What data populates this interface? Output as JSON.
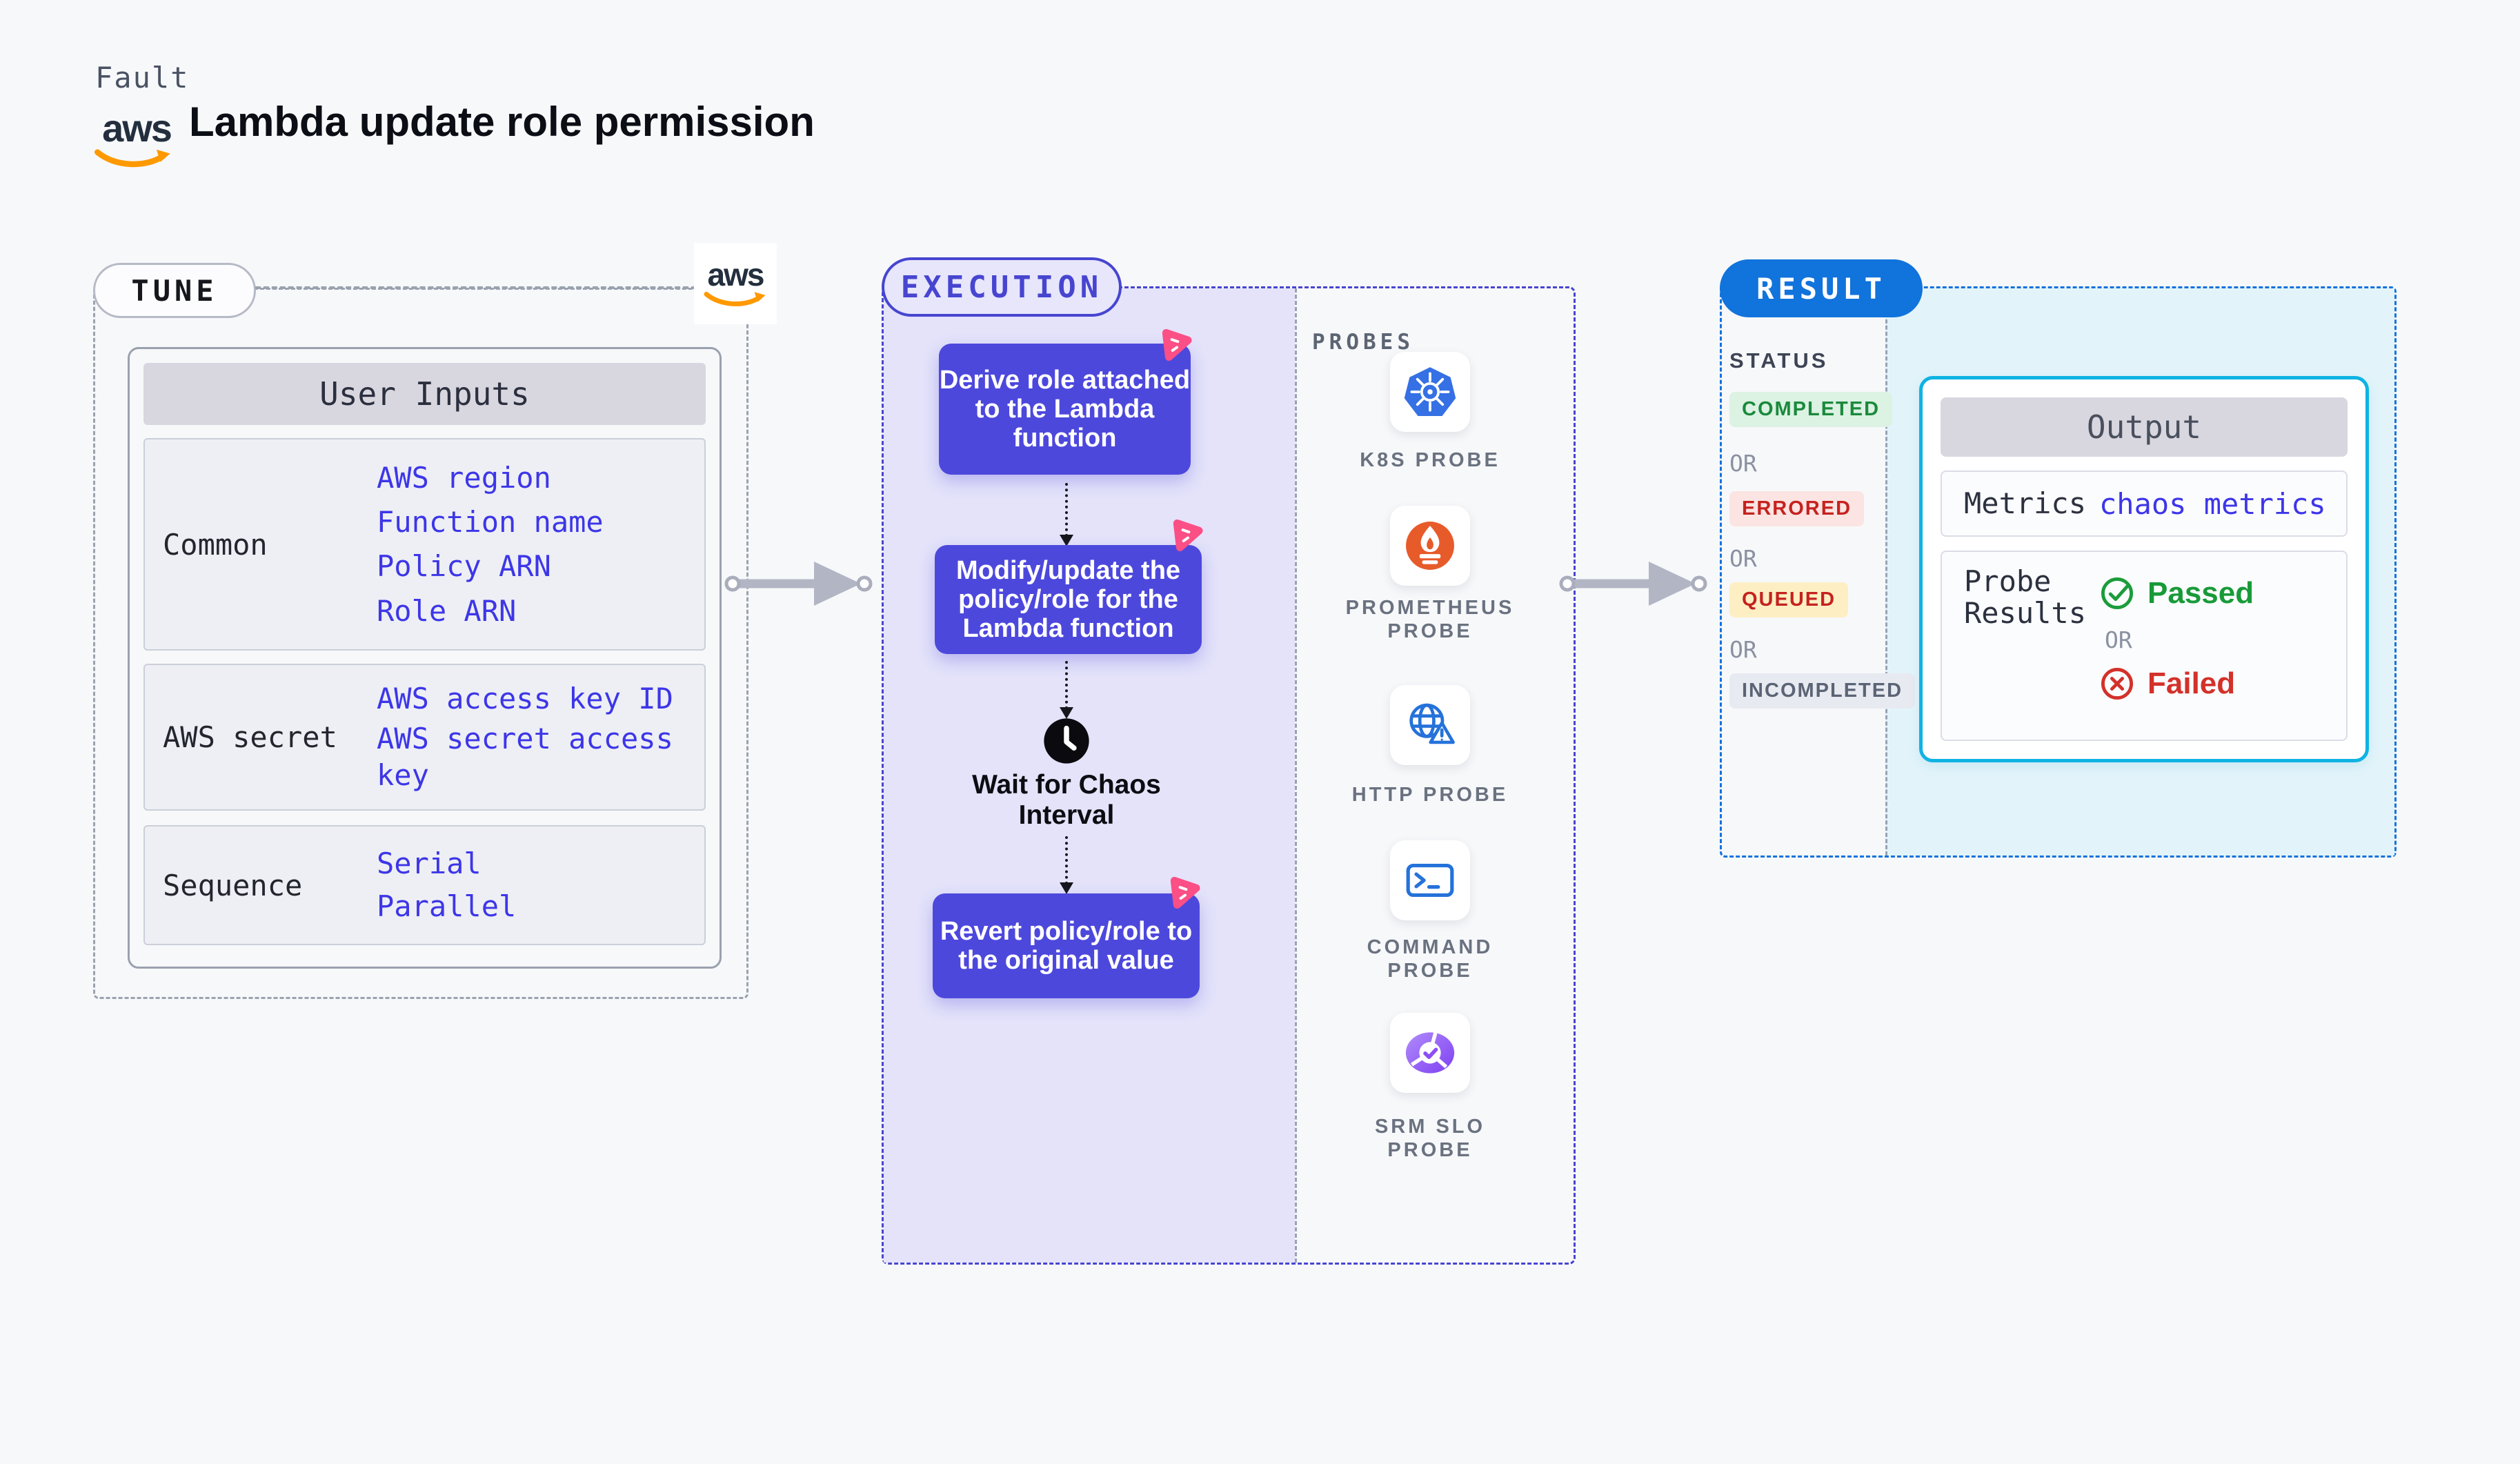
{
  "header": {
    "fault_label": "Fault",
    "title": "Lambda update role permission",
    "aws_logo_text": "aws"
  },
  "tune": {
    "badge": "TUNE",
    "table": {
      "header": "User Inputs",
      "rows": [
        {
          "label": "Common",
          "values": [
            "AWS region",
            "Function name",
            "Policy ARN",
            "Role ARN"
          ]
        },
        {
          "label": "AWS secret",
          "values": [
            "AWS access key ID",
            "AWS secret access\nkey"
          ]
        },
        {
          "label": "Sequence",
          "values": [
            "Serial",
            "Parallel"
          ]
        }
      ]
    }
  },
  "execution": {
    "badge": "EXECUTION",
    "steps": {
      "step1": "Derive role attached\nto the Lambda\nfunction",
      "step2": "Modify/update the\npolicy/role for the\nLambda function",
      "wait": "Wait for Chaos\nInterval",
      "step3": "Revert policy/role to\nthe original value"
    }
  },
  "probes": {
    "title": "PROBES",
    "items": [
      {
        "label": "K8S PROBE",
        "icon": "kubernetes-icon"
      },
      {
        "label": "PROMETHEUS\nPROBE",
        "icon": "prometheus-icon"
      },
      {
        "label": "HTTP PROBE",
        "icon": "http-globe-warning-icon"
      },
      {
        "label": "COMMAND\nPROBE",
        "icon": "terminal-icon"
      },
      {
        "label": "SRM SLO\nPROBE",
        "icon": "slo-gauge-check-icon"
      }
    ]
  },
  "result": {
    "badge": "RESULT",
    "status_title": "STATUS",
    "statuses": [
      {
        "label": "COMPLETED",
        "type": "completed"
      },
      {
        "label": "OR"
      },
      {
        "label": "ERRORED",
        "type": "errored"
      },
      {
        "label": "OR"
      },
      {
        "label": "QUEUED",
        "type": "queued"
      },
      {
        "label": "OR"
      },
      {
        "label": "INCOMPLETED",
        "type": "incompleted"
      }
    ],
    "output": {
      "header": "Output",
      "metrics_label": "Metrics",
      "metrics_value": "chaos metrics",
      "probe_results_label": "Probe\nResults",
      "passed_label": "Passed",
      "or_label": "OR",
      "failed_label": "Failed"
    }
  },
  "colors": {
    "page_bg": "#f7f8fa",
    "lavender_bg": "#e4e3fa",
    "indigo_accent": "#4745d0",
    "exec_box": "#4d48dc",
    "result_blue": "#1173dc",
    "cyan_bg": "#e2f4fa",
    "cyan_border": "#0fb3e3",
    "pink_chaos": "#fb4f86",
    "link_blue": "#3d36e8",
    "aws_orange": "#ff9900",
    "aws_navy": "#232f3e",
    "green_status": "#1a8a3c",
    "red_status": "#c5221f"
  }
}
